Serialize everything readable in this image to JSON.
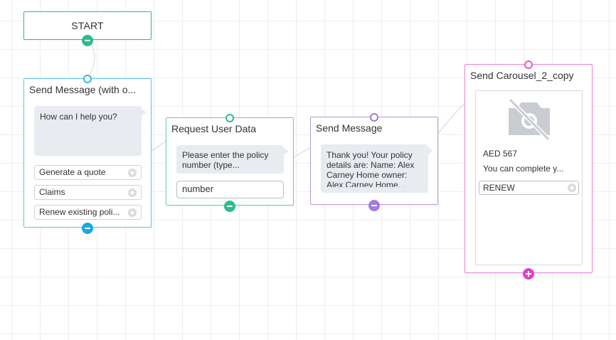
{
  "colors": {
    "start": "#2dbb8f",
    "send_message": "#5ec6e8",
    "request_user_data": "#6cccad",
    "send_message_2": "#b79be0",
    "carousel": "#ea82d9",
    "connector": "#dcdcdc"
  },
  "start_node": {
    "label": "START"
  },
  "send_message_node": {
    "title": "Send Message (with o...",
    "bubble": "How can I help you?",
    "quick_replies": [
      "Generate a quote",
      "Claims",
      "Renew existing poli..."
    ]
  },
  "request_user_data_node": {
    "title": "Request User Data",
    "bubble": "Please enter the policy number (type...",
    "input_value": "number"
  },
  "send_message_node_2": {
    "title": "Send Message",
    "bubble": "Thank you! Your policy details are: Name: Alex Carney Home owner: Alex Carney Home..."
  },
  "carousel_node": {
    "title": "Send Carousel_2_copy",
    "card": {
      "image_icon": "no-image-icon",
      "price": "AED 567",
      "description": "You can complete y...",
      "button_label": "RENEW"
    }
  },
  "icons": {
    "port_minus": "minus-icon",
    "port_plus": "plus-icon",
    "add_reply": "plus-circle-icon"
  }
}
